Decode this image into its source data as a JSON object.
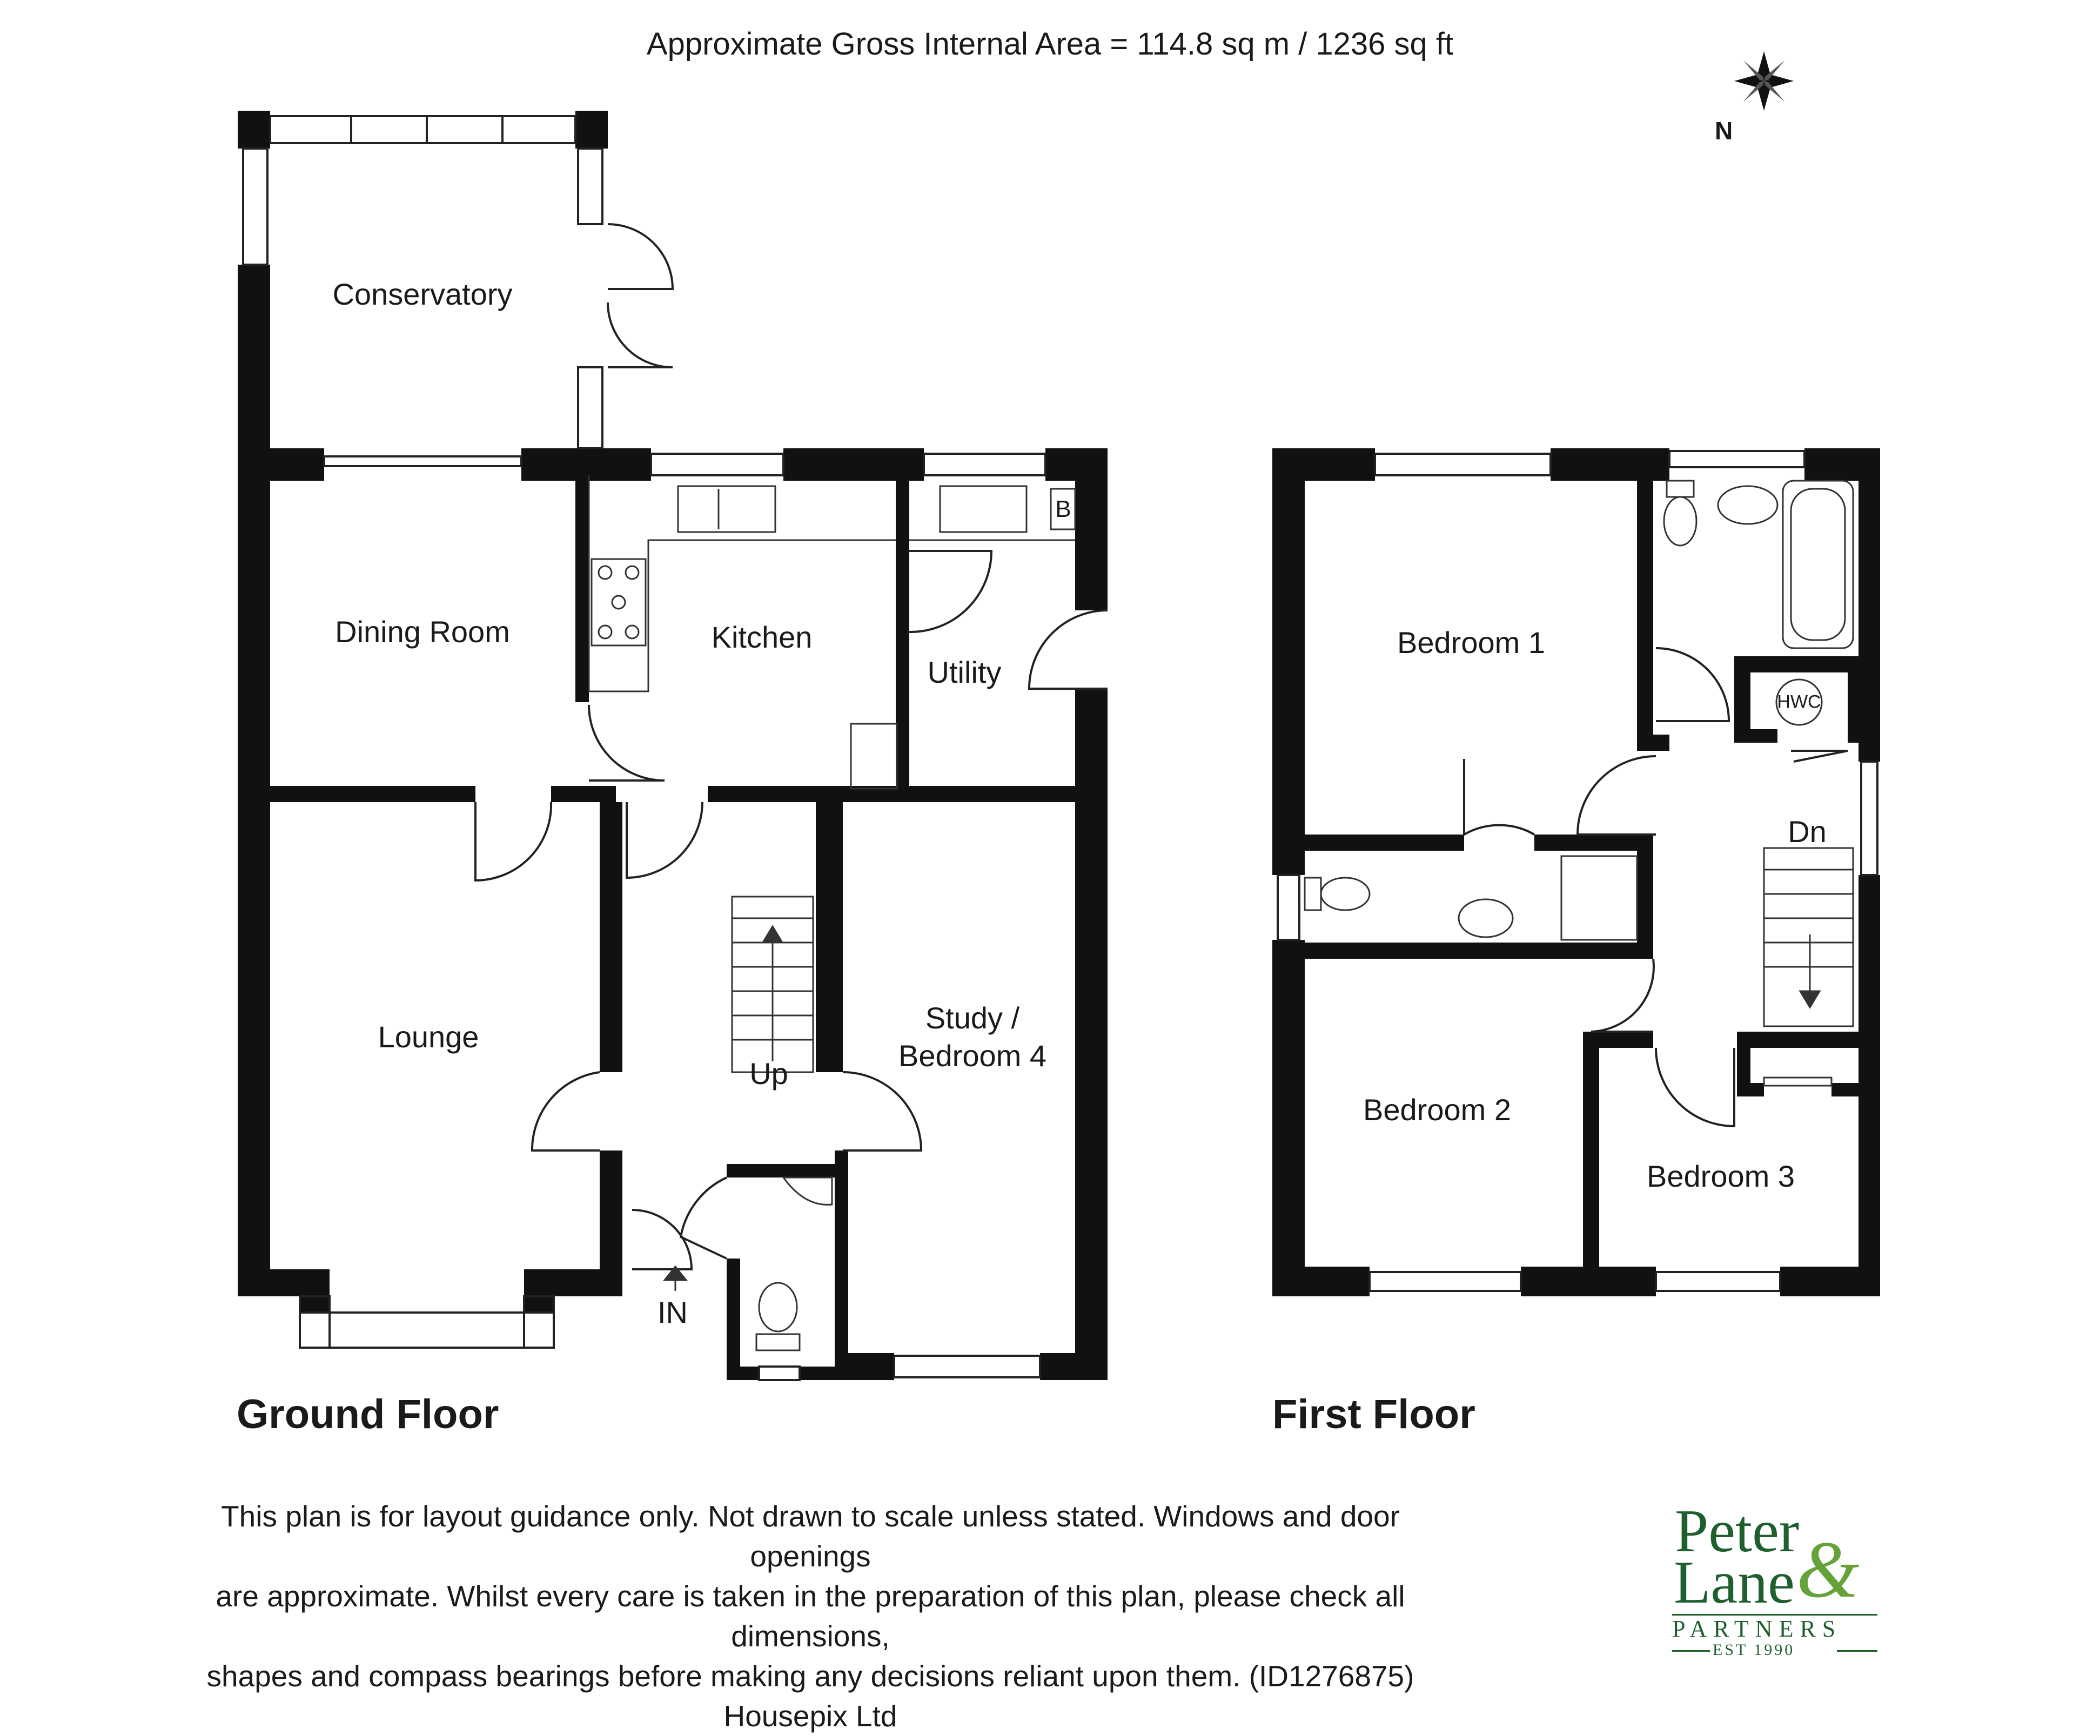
{
  "header": {
    "area": "Approximate Gross Internal Area = 114.8 sq m / 1236 sq ft"
  },
  "compass": {
    "label": "N",
    "icon": "compass-rose-icon"
  },
  "ground_floor": {
    "title": "Ground Floor",
    "rooms": {
      "conservatory": "Conservatory",
      "dining": "Dining Room",
      "kitchen": "Kitchen",
      "utility": "Utility",
      "lounge": "Lounge",
      "study_line1": "Study /",
      "study_line2": "Bedroom 4"
    },
    "labels": {
      "boiler": "B",
      "stairs": "Up",
      "entrance": "IN"
    }
  },
  "first_floor": {
    "title": "First Floor",
    "rooms": {
      "bed1": "Bedroom 1",
      "bed2": "Bedroom 2",
      "bed3": "Bedroom 3"
    },
    "labels": {
      "hwc": "HWC",
      "stairs": "Dn"
    }
  },
  "disclaimer": {
    "line1": "This plan is for layout guidance only. Not drawn to scale unless stated. Windows and door openings",
    "line2": "are approximate. Whilst every care is taken in the preparation of this plan, please check all dimensions,",
    "line3": "shapes and compass bearings before making any decisions reliant upon them. (ID1276875)",
    "line4": "Housepix Ltd"
  },
  "logo": {
    "line1": "Peter",
    "ampersand": "&",
    "line2": "Lane",
    "partners": "PARTNERS",
    "est": "EST 1990"
  },
  "colors": {
    "wall": "#111111",
    "logo_green": "#1f5f2e",
    "logo_accent": "#66a23a"
  }
}
